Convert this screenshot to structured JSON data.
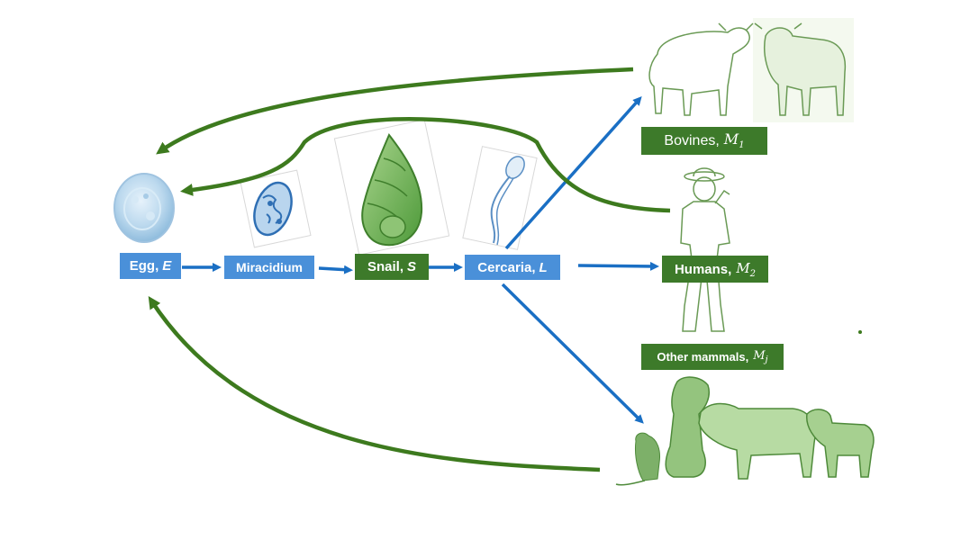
{
  "nodes": {
    "egg": {
      "text": "Egg,",
      "symbol": "E"
    },
    "miracidium": {
      "text": "Miracidium"
    },
    "snail": {
      "text": "Snail,",
      "symbol": "S"
    },
    "cercaria": {
      "text": "Cercaria,",
      "symbol": "L"
    },
    "bovines": {
      "text": "Bovines,",
      "symbol": "M",
      "subscript": "1"
    },
    "humans": {
      "text": "Humans,",
      "symbol": "M",
      "subscript": "2"
    },
    "other_mammals": {
      "text": "Other mammals,",
      "symbol": "M",
      "subscript": "j"
    }
  },
  "colors": {
    "blue": "#4a90d9",
    "arrow_blue": "#1a6fc4",
    "green": "#3d7a2a",
    "arrow_green": "#3d7a1e"
  },
  "illustrations": [
    "egg-illustration",
    "miracidium-illustration",
    "snail-illustration",
    "cercaria-illustration",
    "cattle-illustration",
    "human-illustration",
    "mammals-illustration"
  ]
}
